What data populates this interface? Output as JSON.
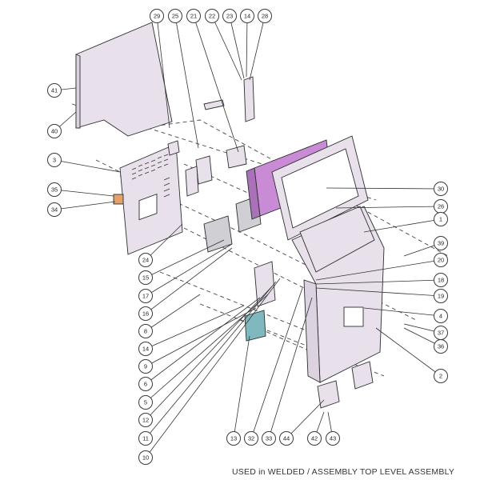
{
  "caption": "USED in WELDED / ASSEMBLY TOP LEVEL ASSEMBLY",
  "colors": {
    "panel_fill": "#e8e0ea",
    "screen_fill": "#c98ad6",
    "bracket_fill": "#7fb8bf",
    "connector_fill": "#e2a26a",
    "line": "#333333"
  },
  "callouts": {
    "29": "29",
    "25": "25",
    "21": "21",
    "22": "22",
    "23": "23",
    "14a": "14",
    "28": "28",
    "41": "41",
    "40": "40",
    "3": "3",
    "35": "35",
    "34": "34",
    "24": "24",
    "30": "30",
    "26": "26",
    "1": "1",
    "39": "39",
    "20": "20",
    "18": "18",
    "19": "19",
    "4": "4",
    "37": "37",
    "36": "36",
    "2": "2",
    "15": "15",
    "17": "17",
    "16": "16",
    "8": "8",
    "14b": "14",
    "9": "9",
    "6": "6",
    "5": "5",
    "12": "12",
    "11": "11",
    "10": "10",
    "13": "13",
    "32": "32",
    "33": "33",
    "44": "44",
    "42": "42",
    "43": "43"
  }
}
